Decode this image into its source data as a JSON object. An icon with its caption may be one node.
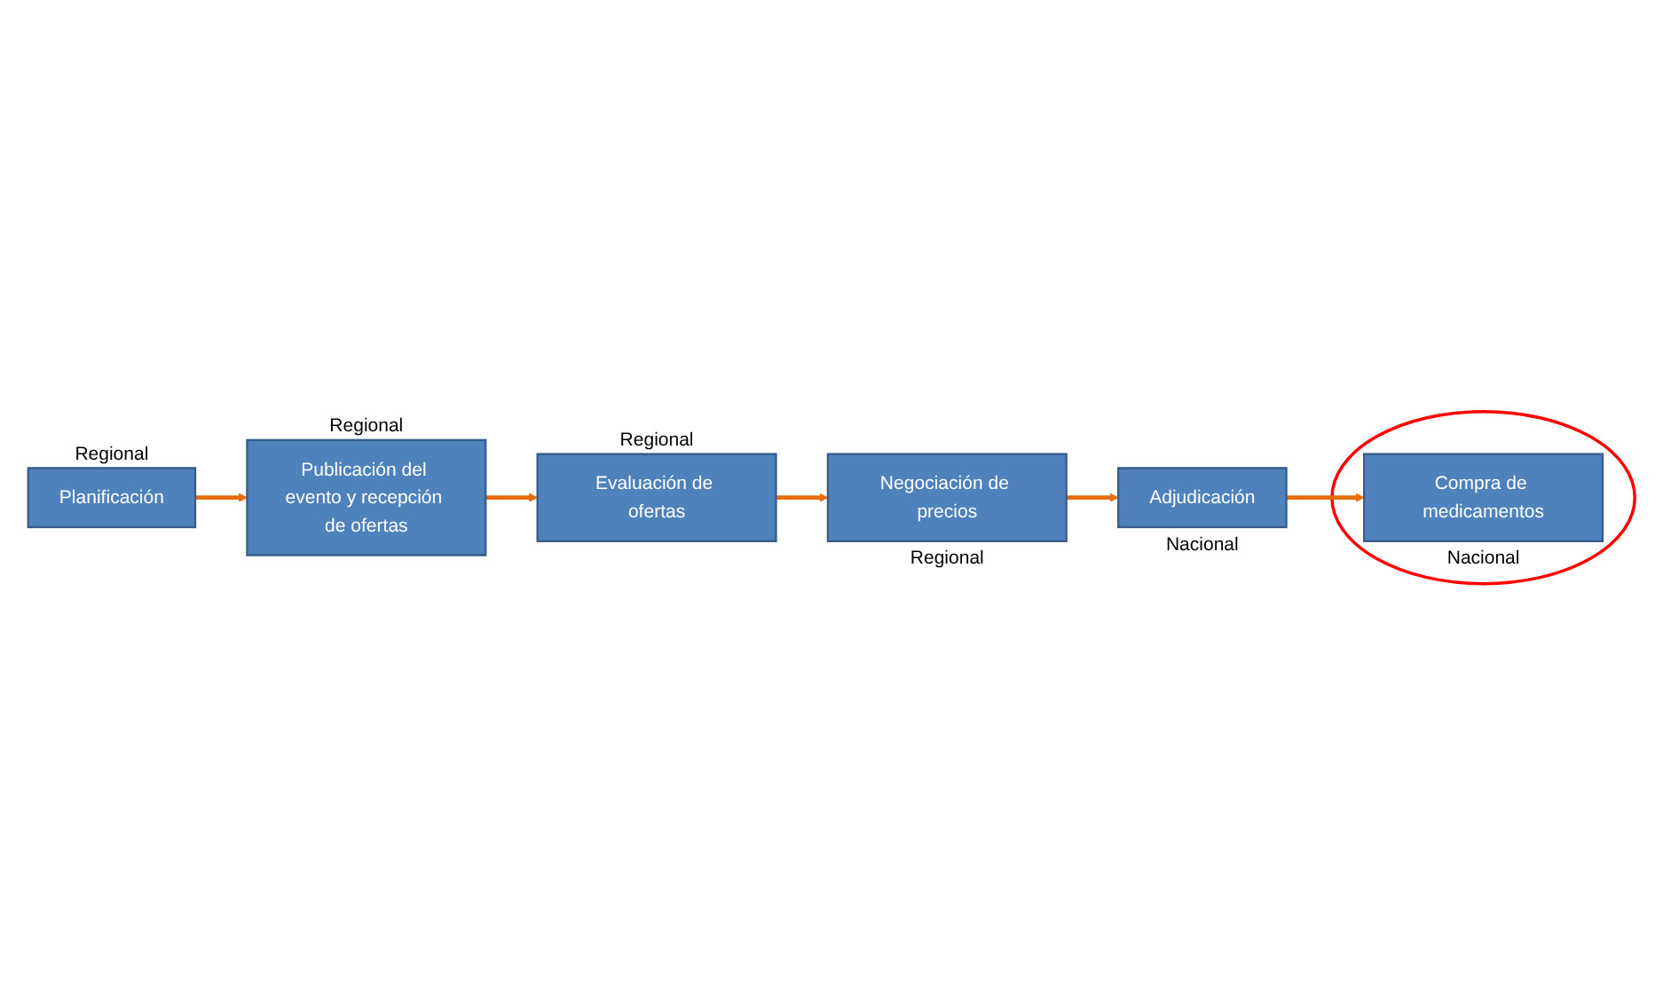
{
  "diagram": {
    "nodes": [
      {
        "text": [
          "Planificación"
        ],
        "beside": [
          "Regional"
        ]
      },
      {
        "text": [
          "Publicación del evento y recepción de ofertas"
        ],
        "beside": [
          "Regional"
        ]
      },
      {
        "text": [
          "Evaluación de ofertas"
        ],
        "beside": [
          "Regional"
        ]
      },
      {
        "text": [
          "Negociación de precios"
        ],
        "beside": [
          "Regional"
        ]
      },
      {
        "text": [
          "Adjudicación"
        ],
        "beside": [
          "Nacional"
        ]
      },
      {
        "text": [],
        "shape": "circle"
      },
      {
        "text": [
          "Compra de medicamentos"
        ],
        "beside": [
          "Nacional"
        ],
        "in": 5
      }
    ],
    "edges": [
      {
        "from": 0,
        "to": 1,
        "arrow": "to"
      },
      {
        "from": 1,
        "to": 2,
        "arrow": "to"
      },
      {
        "from": 2,
        "to": 3,
        "arrow": "to"
      },
      {
        "from": 3,
        "to": 4,
        "arrow": "to"
      },
      {
        "from": 4,
        "to": 6,
        "arrow": "to"
      }
    ]
  }
}
